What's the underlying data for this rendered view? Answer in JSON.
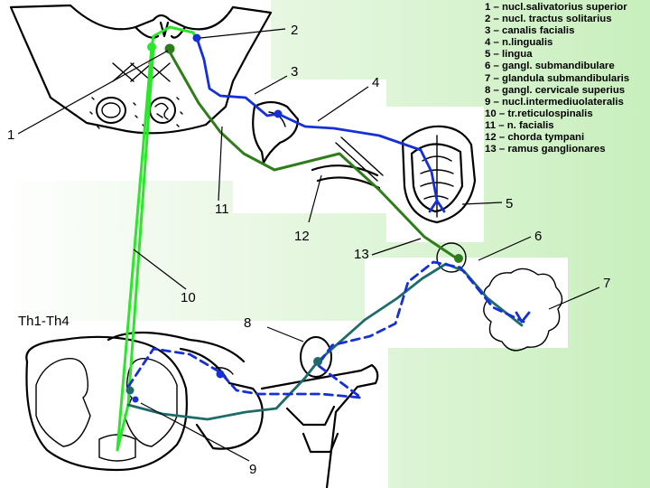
{
  "legend": [
    "1 – nucl.salivatorius superior",
    "2 – nucl. tractus solitarius",
    "3 – canalis facialis",
    "4 – n.lingualis",
    "5 – lingua",
    "6 – gangl. submandibulare",
    "7 – glandula submandibularis",
    "8 – gangl. cervicale superius",
    "9 – nucl.intermediuolateralis",
    "10 – tr.reticulospinalis",
    "11 – n. facialis",
    "12 – chorda tympani",
    "13 – ramus ganglionares"
  ],
  "labels": {
    "n1": "1",
    "n2": "2",
    "n3": "3",
    "n4": "4",
    "n5": "5",
    "n6": "6",
    "n7": "7",
    "n8": "8",
    "n9": "9",
    "n10": "10",
    "n11": "11",
    "n12": "12",
    "n13": "13",
    "spinal_level": "Th1-Th4"
  },
  "colors": {
    "green_fiber": "#2ce62c",
    "dark_green_fiber": "#2e7d1a",
    "blue_fiber": "#1530d6",
    "teal_fiber": "#1f6a6a"
  }
}
